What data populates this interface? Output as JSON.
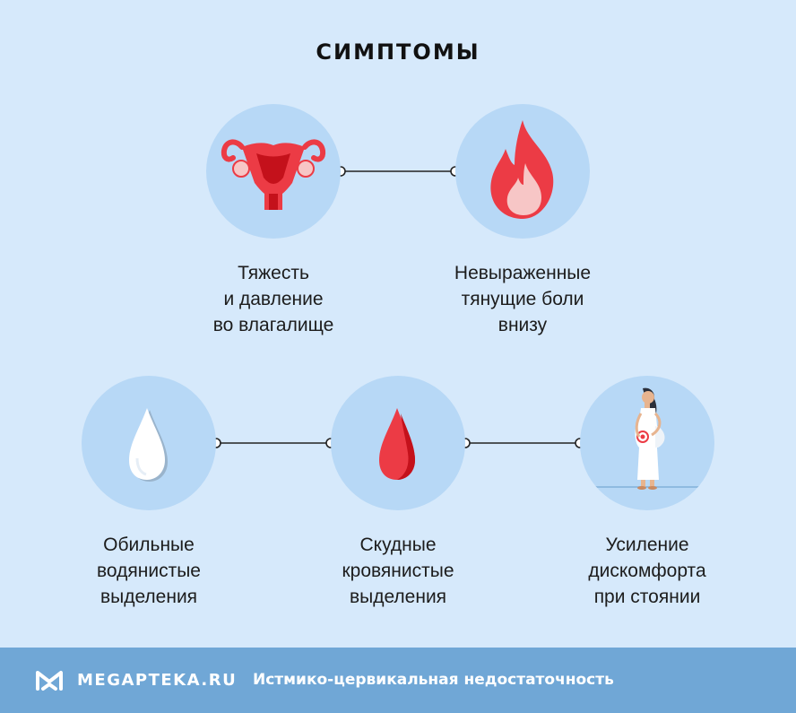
{
  "title": "СИМПТОМЫ",
  "symptoms": [
    {
      "icon": "uterus-icon",
      "label": "Тяжесть\nи давление\nво влагалище"
    },
    {
      "icon": "flame-icon",
      "label": "Невыраженные\nтянущие боли\nвнизу"
    },
    {
      "icon": "white-drop-icon",
      "label": "Обильные\nводянистые\nвыделения"
    },
    {
      "icon": "blood-drop-icon",
      "label": "Скудные\nкровянистые\nвыделения"
    },
    {
      "icon": "pregnant-woman-icon",
      "label": "Усиление\nдискомфорта\nпри стоянии"
    }
  ],
  "footer": {
    "brand": "MEGAPTEKA.RU",
    "caption": "Истмико-цервикальная недостаточность"
  },
  "colors": {
    "background": "#d6e9fb",
    "circle": "#b7d8f6",
    "footer": "#70a7d6",
    "red": "#ec3b45",
    "dark_red": "#c4111b"
  }
}
